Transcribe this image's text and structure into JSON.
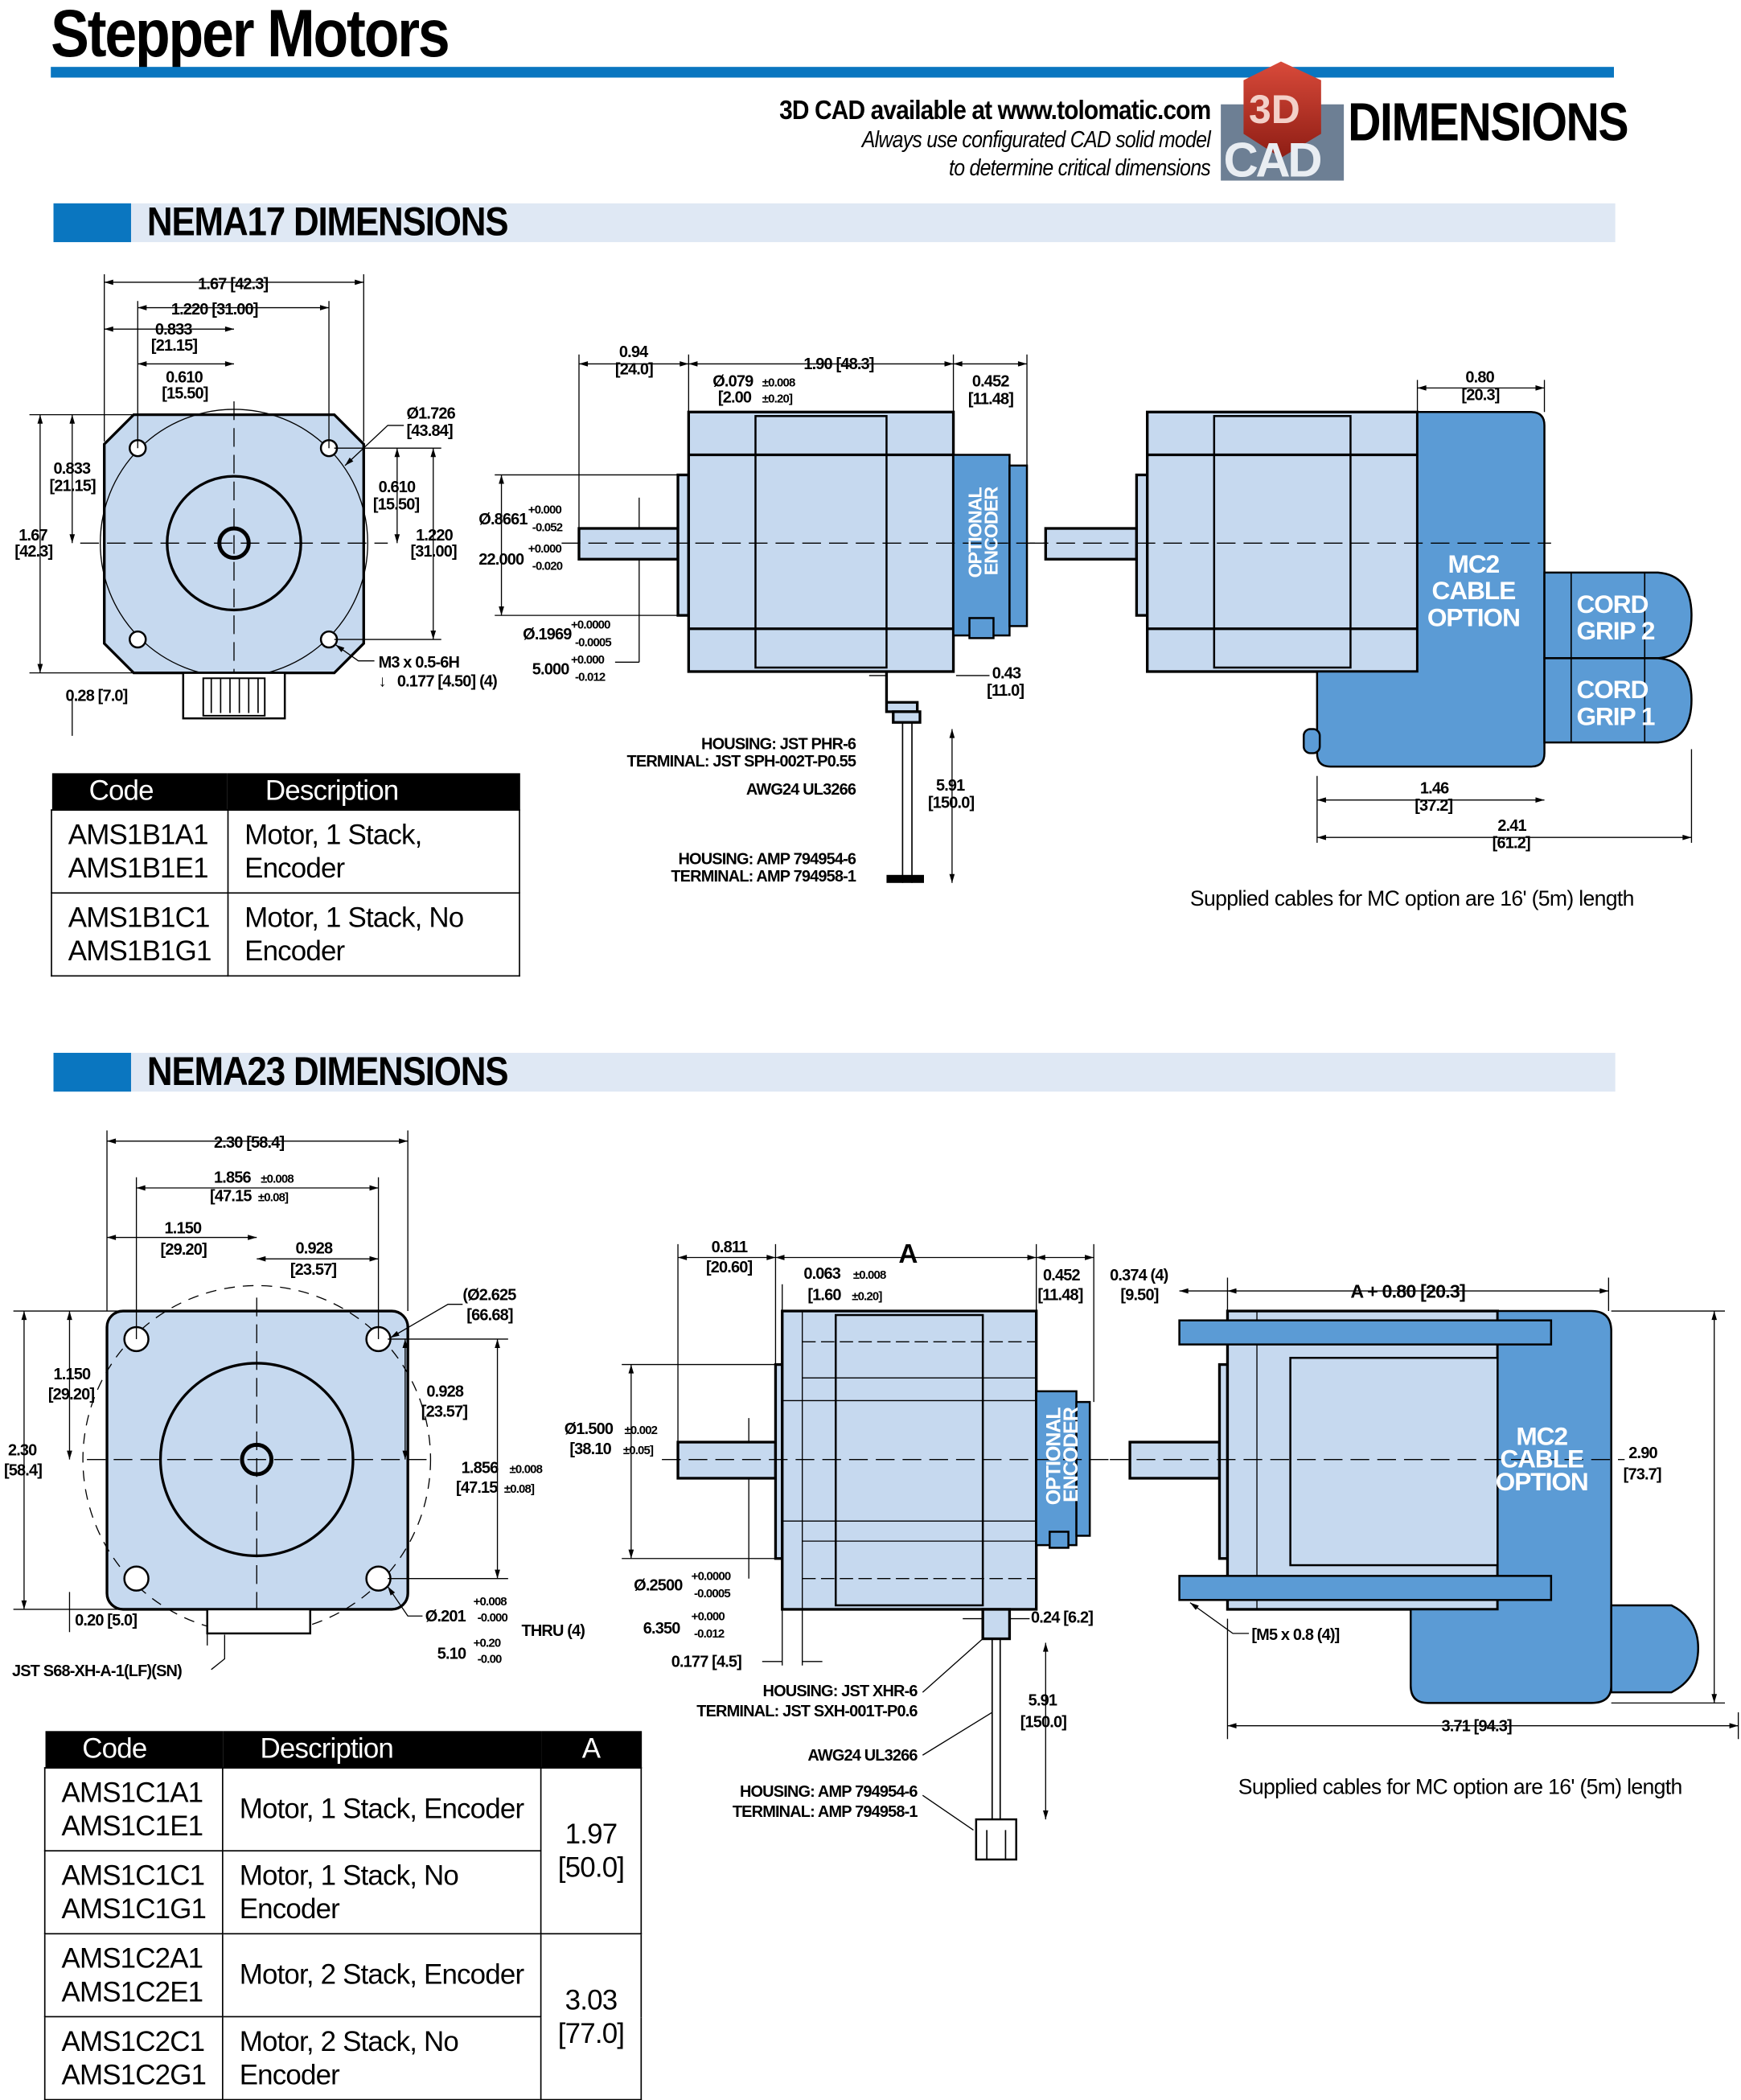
{
  "header": {
    "title": "Stepper Motors",
    "cad_line1": "3D CAD available at www.tolomatic.com",
    "cad_line2": "Always use configurated CAD solid model",
    "cad_line3": "to determine critical dimensions",
    "cad_logo_text": [
      "3D",
      "CAD"
    ],
    "dimensions_heading": "DIMENSIONS",
    "accent_color": "#0a76c0",
    "motor_fill_color": "#c6d9ef",
    "option_color": "#5b9bd5"
  },
  "nema17": {
    "section_title": "NEMA17 DIMENSIONS",
    "front": {
      "d1": "1.67 [42.3]",
      "d2": "1.220 [31.00]",
      "d3a": "0.833",
      "d3b": "[21.15]",
      "d4a": "0.610",
      "d4b": "[15.50]",
      "l1a": "1.67",
      "l1b": "[42.3]",
      "l2a": "0.833",
      "l2b": "[21.15]",
      "r1a": "0.610",
      "r1b": "[15.50]",
      "r2a": "1.220",
      "r2b": "[31.00]",
      "circ_a": "Ø1.726",
      "circ_b": "[43.84]",
      "thread_a": "M3 x 0.5-6H",
      "thread_b": "0.177 [4.50] (4)",
      "conn": "0.28 [7.0]"
    },
    "side": {
      "shaft_a": "0.94",
      "shaft_b": "[24.0]",
      "body": "1.90 [48.3]",
      "enc_a": "0.452",
      "enc_b": "[11.48]",
      "pilot_len_a": "Ø.079",
      "pilot_len_tol": "±0.008",
      "pilot_len_b": "[2.00",
      "pilot_len_tol_b": "±0.20]",
      "pilot_a": "Ø.8661",
      "pilot_a_tol": [
        "+0.000",
        "-0.052"
      ],
      "pilot_b": "22.000",
      "pilot_b_tol": [
        "+0.000",
        "-0.020"
      ],
      "shaft_dia_a": "Ø.1969",
      "shaft_dia_a_tol": [
        "+0.0000",
        "-0.0005"
      ],
      "shaft_dia_b": "5.000",
      "shaft_dia_b_tol": [
        "+0.000",
        "-0.012"
      ],
      "conn_a": "0.43",
      "conn_b": "[11.0]",
      "housing1": "HOUSING: JST PHR-6",
      "terminal1": "TERMINAL: JST SPH-002T-P0.55",
      "wire": "AWG24 UL3266",
      "cable_a": "5.91",
      "cable_b": "[150.0]",
      "housing2": "HOUSING: AMP 794954-6",
      "terminal2": "TERMINAL: AMP 794958-1",
      "encoder_label": [
        "OPTIONAL",
        "ENCODER"
      ]
    },
    "mc": {
      "label": [
        "MC2",
        "CABLE",
        "OPTION"
      ],
      "grip2": [
        "CORD",
        "GRIP 2"
      ],
      "grip1": [
        "CORD",
        "GRIP 1"
      ],
      "top_a": "0.80",
      "top_b": "[20.3]",
      "b1a": "1.46",
      "b1b": "[37.2]",
      "b2a": "2.41",
      "b2b": "[61.2]",
      "note": "Supplied cables for MC option are 16' (5m) length"
    },
    "table": {
      "headers": [
        "Code",
        "Description"
      ],
      "rows": [
        {
          "codes": [
            "AMS1B1A1",
            "AMS1B1E1"
          ],
          "description": "Motor, 1 Stack, Encoder"
        },
        {
          "codes": [
            "AMS1B1C1",
            "AMS1B1G1"
          ],
          "description": "Motor, 1 Stack, No Encoder"
        }
      ]
    }
  },
  "nema23": {
    "section_title": "NEMA23 DIMENSIONS",
    "front": {
      "top": "2.30 [58.4]",
      "bc_a": "1.856",
      "bc_tol": "±0.008",
      "bc_b": "[47.15",
      "bc_tol_b": "±0.08]",
      "h1a": "1.150",
      "h1b": "[29.20]",
      "h2a": "0.928",
      "h2b": "[23.57]",
      "circ_a": "(Ø2.625",
      "circ_b": "[66.68]",
      "l1a": "2.30",
      "l1b": "[58.4]",
      "l2a": "1.150",
      "l2b": "[29.20]",
      "r1a": "0.928",
      "r1b": "[23.57]",
      "r2a": "1.856",
      "r2tol": "±0.008",
      "r2b": "[47.15",
      "r2tol_b": "±0.08]",
      "conn": "0.20 [5.0]",
      "hole_a": "Ø.201",
      "hole_tol": [
        "+0.008",
        "-0.000"
      ],
      "thru": "THRU (4)",
      "hole_b": "5.10",
      "hole_b_tol": [
        "+0.20",
        "-0.00"
      ],
      "jst": "JST S68-XH-A-1(LF)(SN)"
    },
    "side": {
      "shaft_a": "0.811",
      "shaft_b": "[20.60]",
      "a_label": "A",
      "pl_a": "0.063",
      "pl_tol": "±0.008",
      "pl_b": "[1.60",
      "pl_tol_b": "±0.20]",
      "enc_a": "0.452",
      "enc_b": "[11.48]",
      "m_a": "0.374 (4)",
      "m_b": "[9.50]",
      "pilot_a": "Ø1.500",
      "pilot_tol": "±0.002",
      "pilot_b": "[38.10",
      "pilot_tol_b": "±0.05]",
      "shaft_dia_a": "Ø.2500",
      "shaft_dia_a_tol": [
        "+0.0000",
        "-0.0005"
      ],
      "shaft_dia_b": "6.350",
      "shaft_dia_b_tol": [
        "+0.000",
        "-0.012"
      ],
      "flat": "0.177 [4.5]",
      "conn": "0.24 [6.2]",
      "housing1": "HOUSING: JST XHR-6",
      "terminal1": "TERMINAL: JST SXH-001T-P0.6",
      "wire": "AWG24 UL3266",
      "cable_a": "5.91",
      "cable_b": "[150.0]",
      "housing2": "HOUSING: AMP 794954-6",
      "terminal2": "TERMINAL: AMP 794958-1",
      "encoder_label": [
        "OPTIONAL",
        "ENCODER"
      ]
    },
    "mc": {
      "label": [
        "MC2",
        "CABLE",
        "OPTION"
      ],
      "top": "A + 0.80 [20.3]",
      "h_a": "2.90",
      "h_b": "[73.7]",
      "thread": "[M5 x 0.8 (4)]",
      "len": "3.71 [94.3]",
      "note": "Supplied cables for MC option are 16' (5m) length"
    },
    "table": {
      "headers": [
        "Code",
        "Description",
        "A"
      ],
      "rows": [
        {
          "codes": [
            "AMS1C1A1",
            "AMS1C1E1"
          ],
          "description": "Motor, 1 Stack, Encoder"
        },
        {
          "codes": [
            "AMS1C1C1",
            "AMS1C1G1"
          ],
          "description": "Motor, 1 Stack, No Encoder"
        },
        {
          "codes": [
            "AMS1C2A1",
            "AMS1C2E1"
          ],
          "description": "Motor, 2 Stack, Encoder"
        },
        {
          "codes": [
            "AMS1C2C1",
            "AMS1C2G1"
          ],
          "description": "Motor, 2 Stack, No Encoder"
        }
      ],
      "a_values": [
        {
          "in": "1.97",
          "mm": "[50.0]"
        },
        {
          "in": "3.03",
          "mm": "[77.0]"
        }
      ]
    }
  }
}
